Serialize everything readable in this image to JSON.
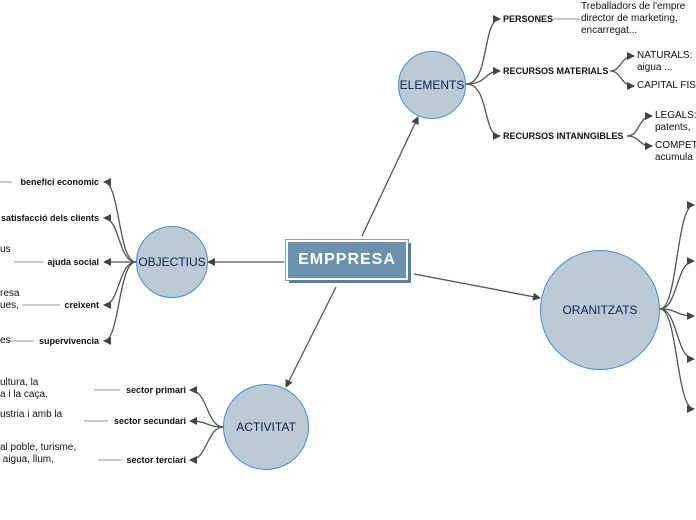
{
  "central": "EMPPRESA",
  "nodes": {
    "elements": "ELEMENTS",
    "objectius": "OBJECTIUS",
    "activitat": "ACTIVITAT",
    "oranitzats": "ORANITZATS"
  },
  "elements_children": {
    "persones": "PERSONES",
    "persones_note": "Treballadors de l'empre\ndirector de marketing,\nencarregat...",
    "recursos_materials": "RECURSOS MATERIALS",
    "naturals": "NATURALS:\naigua ...",
    "capital": "CAPITAL FIS",
    "recursos_intangibles": "RECURSOS INTANNGIBLES",
    "legals": "LEGALS:\npatents,",
    "compet": "COMPET\nacumula"
  },
  "objectius_children": [
    {
      "label": "benefici economic",
      "note": ""
    },
    {
      "label": "satisfacció dels clients",
      "note": ""
    },
    {
      "label": "ajuda social",
      "note": "us"
    },
    {
      "label": "creixent",
      "note": "resa\nues,"
    },
    {
      "label": "supervivencia",
      "note": "es"
    }
  ],
  "activitat_children": [
    {
      "label": "sector primari",
      "note": "ultura, la\na i la caça."
    },
    {
      "label": "sector secundari",
      "note": "ustria i amb la"
    },
    {
      "label": "sector terciari",
      "note": "al poble, turisme,\n aigua, llum,"
    }
  ]
}
